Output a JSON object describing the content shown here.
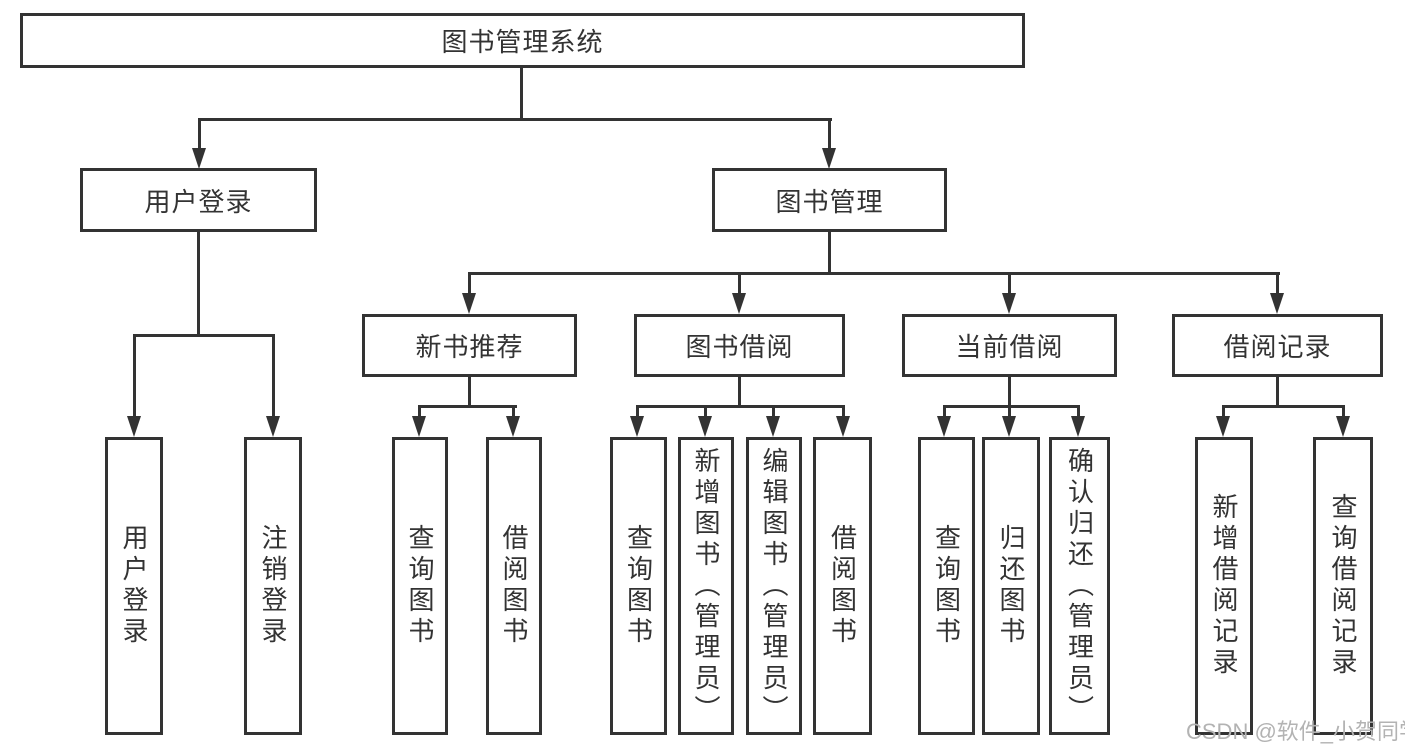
{
  "tree": {
    "root": "图书管理系统",
    "branches": [
      {
        "label": "用户登录",
        "children": [
          "用户登录",
          "注销登录"
        ]
      },
      {
        "label": "图书管理",
        "groups": [
          {
            "label": "新书推荐",
            "children": [
              "查询图书",
              "借阅图书"
            ]
          },
          {
            "label": "图书借阅",
            "children": [
              "查询图书",
              "新增图书（管理员）",
              "编辑图书（管理员）",
              "借阅图书"
            ]
          },
          {
            "label": "当前借阅",
            "children": [
              "查询图书",
              "归还图书",
              "确认归还（管理员）"
            ]
          },
          {
            "label": "借阅记录",
            "children": [
              "新增借阅记录",
              "查询借阅记录"
            ]
          }
        ]
      }
    ]
  },
  "watermark": "CSDN @软件_小贺同学",
  "colors": {
    "line": "#333333",
    "text": "#333333",
    "background": "#ffffff",
    "watermark": "#b3b3b3"
  }
}
